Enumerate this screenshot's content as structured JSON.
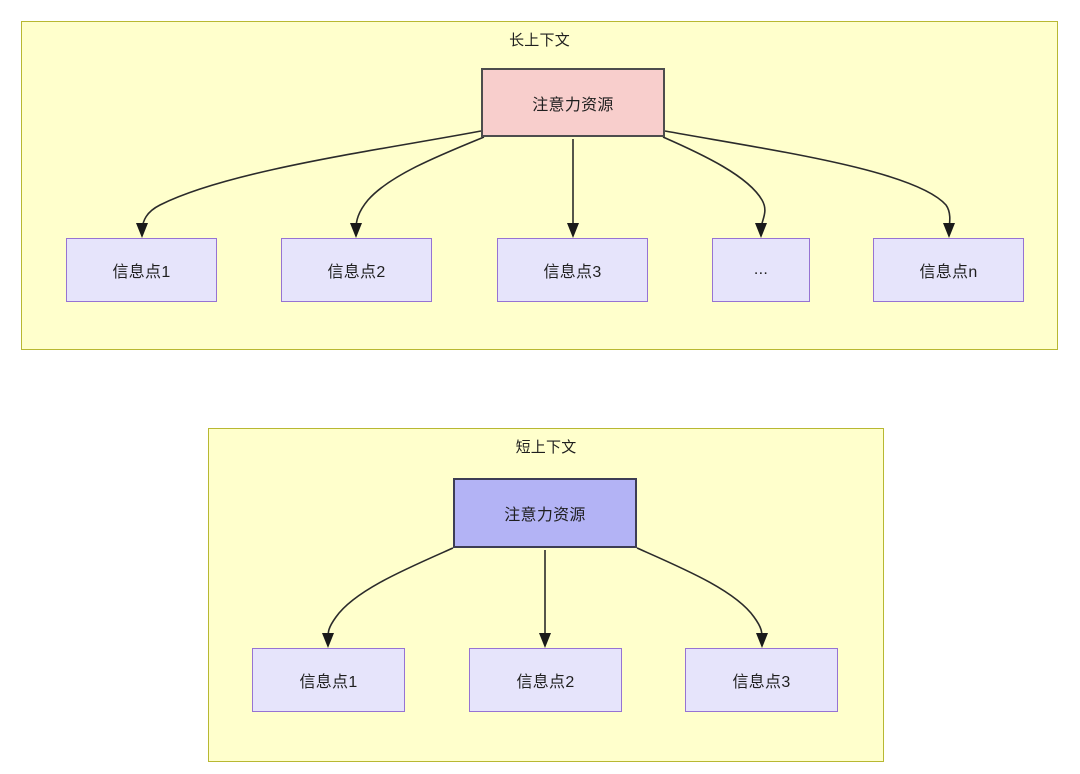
{
  "diagram": {
    "type": "flowchart",
    "background": "#ffffff",
    "colors": {
      "container_fill": "#ffffcc",
      "container_stroke": "#b8b832",
      "attention_long_fill": "#f8cecc",
      "attention_long_stroke": "#4d4d4d",
      "attention_short_fill": "#b3b3f5",
      "attention_short_stroke": "#3d3d54",
      "info_fill": "#e6e4fb",
      "info_stroke": "#9673d3",
      "edge_stroke": "#2b2b2b",
      "text": "#1f1f1f"
    },
    "groups": [
      {
        "id": "long-context",
        "title": "长上下文",
        "root": {
          "label": "注意力资源"
        },
        "leaves": [
          {
            "label": "信息点1"
          },
          {
            "label": "信息点2"
          },
          {
            "label": "信息点3"
          },
          {
            "label": "..."
          },
          {
            "label": "信息点n"
          }
        ]
      },
      {
        "id": "short-context",
        "title": "短上下文",
        "root": {
          "label": "注意力资源"
        },
        "leaves": [
          {
            "label": "信息点1"
          },
          {
            "label": "信息点2"
          },
          {
            "label": "信息点3"
          }
        ]
      }
    ]
  }
}
